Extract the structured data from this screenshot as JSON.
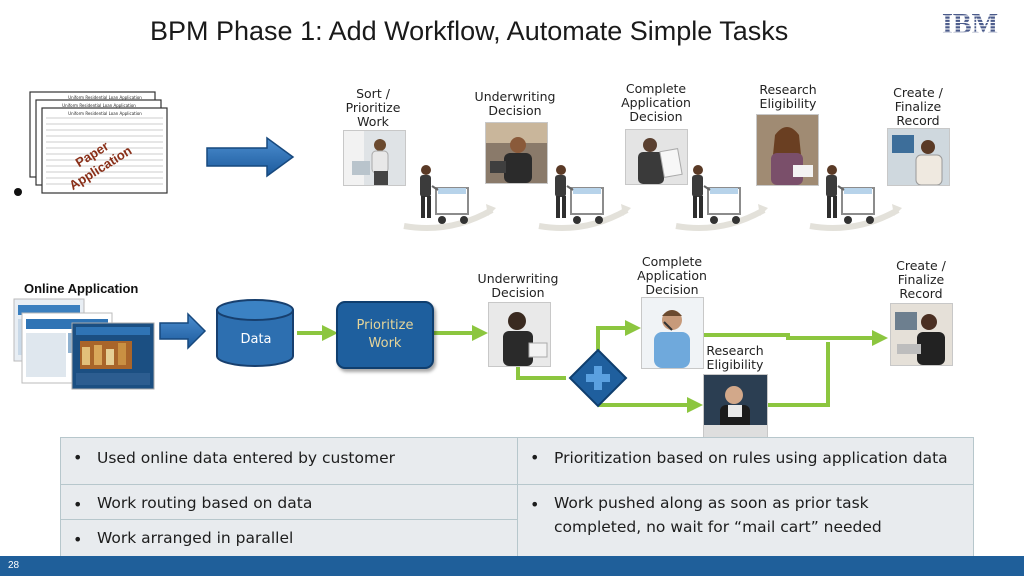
{
  "title": "BPM Phase 1: Add Workflow, Automate Simple Tasks",
  "logo_text": "IBM",
  "paper": {
    "label_line1": "Paper",
    "label_line2": "Application",
    "form_title": "Uniform Residential Loan Application"
  },
  "top_steps": [
    {
      "label": "Sort /\nPrioritize\nWork"
    },
    {
      "label": "Underwriting\nDecision"
    },
    {
      "label": "Complete\nApplication\nDecision"
    },
    {
      "label": "Research\nEligibility"
    },
    {
      "label": "Create /\nFinalize\nRecord"
    }
  ],
  "online_label": "Online Application",
  "data_node": "Data",
  "prioritize_node": "Prioritize\nWork",
  "bottom_steps": [
    {
      "label": "Underwriting\nDecision"
    },
    {
      "label": "Complete\nApplication\nDecision"
    },
    {
      "label": "Research\nEligibility"
    },
    {
      "label": "Create /\nFinalize\nRecord"
    }
  ],
  "table": {
    "r1c1": "Used online data entered by customer",
    "r1c2": "Prioritization based on rules using application data",
    "r2c1": "Work routing based on data",
    "r2c2": "Work pushed along as soon as prior task completed, no wait for “mail cart” needed",
    "r3c1": "Work arranged in parallel"
  },
  "page_number": "28",
  "colors": {
    "accent_blue": "#1f5f9a",
    "flow_green": "#8cc63f",
    "node_text": "#e6d59a",
    "table_bg": "#e8ebee"
  }
}
